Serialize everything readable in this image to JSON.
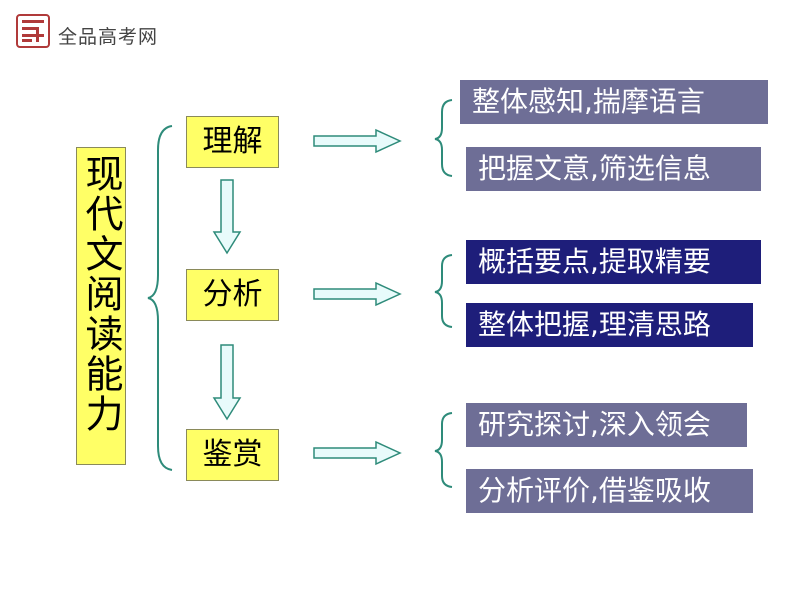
{
  "brand": {
    "name": "全品高考网",
    "logo_icon": "seal-logo-icon"
  },
  "main": {
    "label": "现代文阅读能力"
  },
  "steps": [
    {
      "label": "理解",
      "items": [
        "整体感知,揣摩语言",
        "把握文意,筛选信息"
      ]
    },
    {
      "label": "分析",
      "items": [
        "概括要点,提取精要",
        "整体把握,理清思路"
      ]
    },
    {
      "label": "鉴赏",
      "items": [
        "研究探讨,深入领会",
        "分析评价,借鉴吸收"
      ]
    }
  ],
  "colors": {
    "box_fill": "#ffff66",
    "tag_gray": "#6e6e96",
    "tag_navy": "#1e1e7a",
    "arrow_fill": "#e8fbfb",
    "line": "#2e8b7a"
  }
}
